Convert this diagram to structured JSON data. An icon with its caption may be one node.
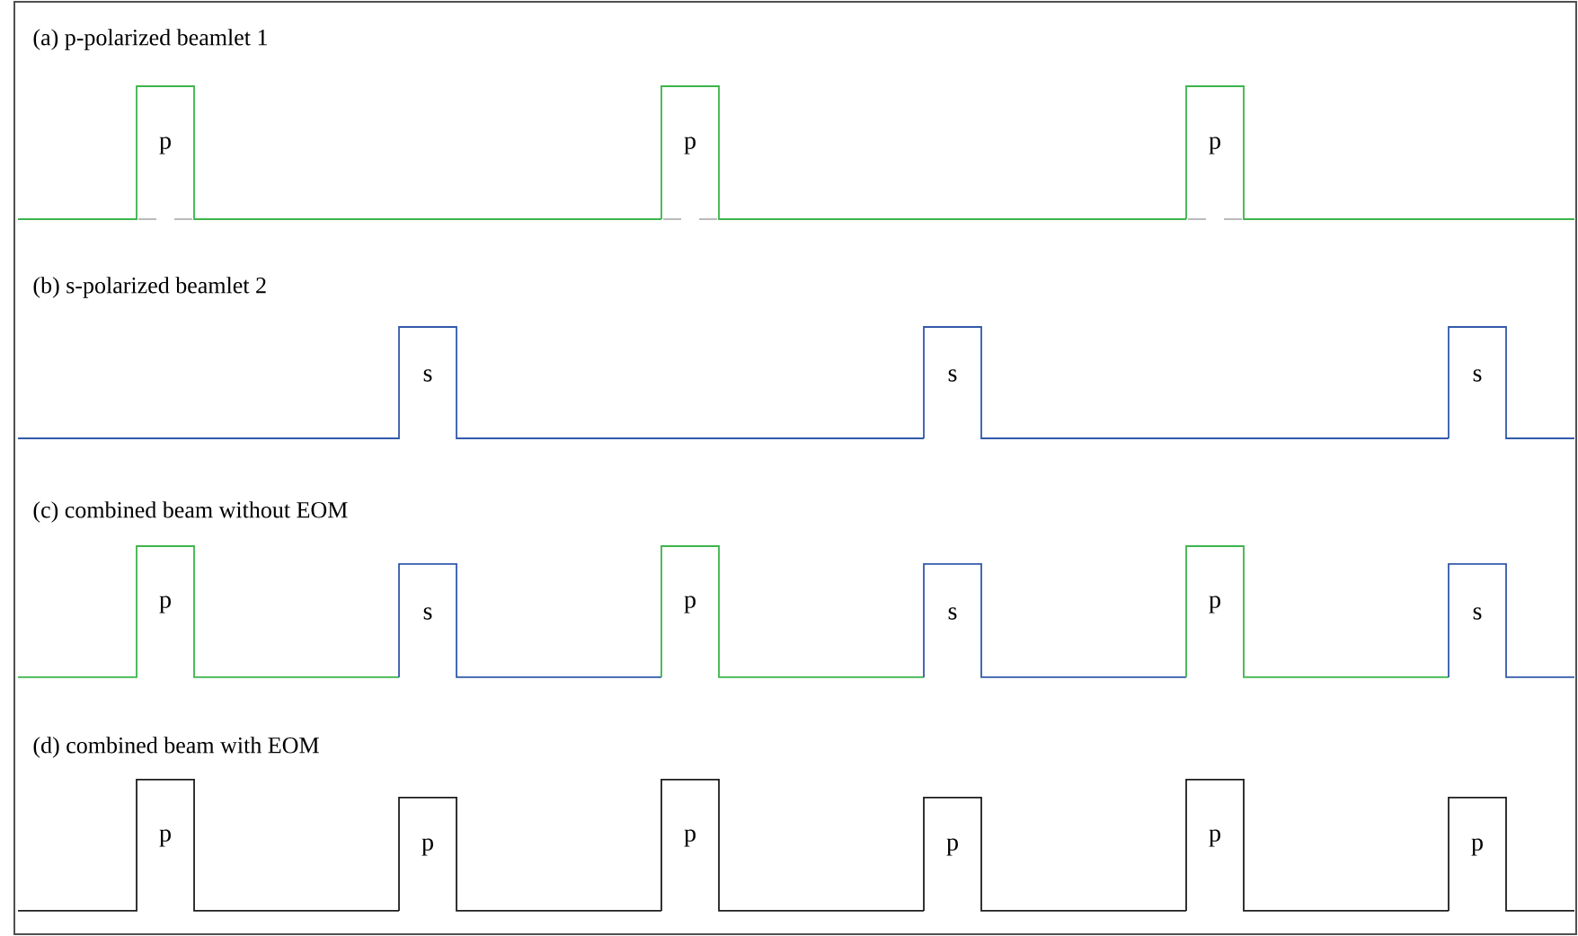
{
  "diagram": {
    "labels": [
      "(a) p-polarized beamlet 1",
      "p",
      "p",
      "p",
      "(b) s-polarized beamlet 2",
      "s",
      "s",
      "s",
      "(c) combined beam without EOM",
      "p",
      "s",
      "p",
      "s",
      "p",
      "s",
      "(d) combined beam with EOM",
      "p",
      "p",
      "p",
      "p",
      "p",
      "p"
    ]
  }
}
